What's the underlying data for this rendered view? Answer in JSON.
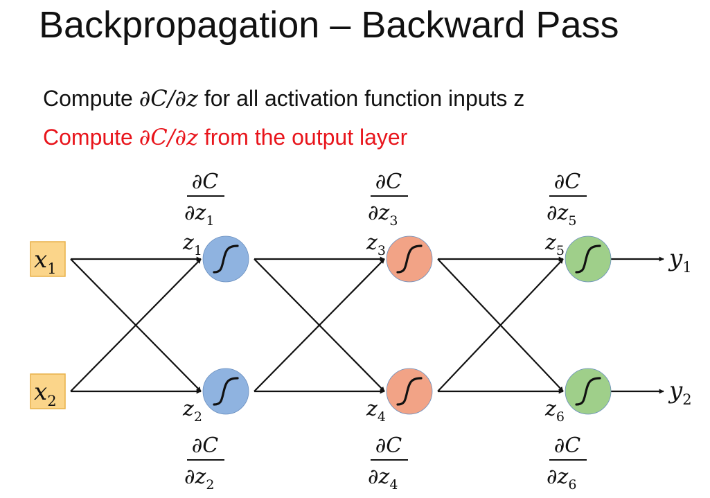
{
  "title": "Backpropagation – Backward Pass",
  "bullets": [
    {
      "prefix": "Compute ",
      "math": "∂C/∂z",
      "suffix": " for all activation function inputs z",
      "color": "#111111"
    },
    {
      "prefix": "Compute ",
      "math": "∂C/∂z",
      "suffix": " from the output layer",
      "color": "#e8141b"
    }
  ],
  "colors": {
    "input_fill": "#fbd58a",
    "input_stroke": "#e8b048",
    "layer1": "#8fb3e0",
    "layer2": "#f2a386",
    "layer3": "#9fcf8a",
    "node_stroke": "#5f86b8",
    "edge": "#111111"
  },
  "diagram": {
    "inputs": [
      {
        "id": "x1",
        "base": "x",
        "sub": "1"
      },
      {
        "id": "x2",
        "base": "x",
        "sub": "2"
      }
    ],
    "layers": [
      {
        "color_key": "layer1",
        "neurons": [
          {
            "id": "n1",
            "z_base": "z",
            "z_sub": "1",
            "grad_num": "∂C",
            "grad_den_base": "∂z",
            "grad_den_sub": "1"
          },
          {
            "id": "n2",
            "z_base": "z",
            "z_sub": "2",
            "grad_num": "∂C",
            "grad_den_base": "∂z",
            "grad_den_sub": "2"
          }
        ]
      },
      {
        "color_key": "layer2",
        "neurons": [
          {
            "id": "n3",
            "z_base": "z",
            "z_sub": "3",
            "grad_num": "∂C",
            "grad_den_base": "∂z",
            "grad_den_sub": "3"
          },
          {
            "id": "n4",
            "z_base": "z",
            "z_sub": "4",
            "grad_num": "∂C",
            "grad_den_base": "∂z",
            "grad_den_sub": "4"
          }
        ]
      },
      {
        "color_key": "layer3",
        "neurons": [
          {
            "id": "n5",
            "z_base": "z",
            "z_sub": "5",
            "grad_num": "∂C",
            "grad_den_base": "∂z",
            "grad_den_sub": "5"
          },
          {
            "id": "n6",
            "z_base": "z",
            "z_sub": "6",
            "grad_num": "∂C",
            "grad_den_base": "∂z",
            "grad_den_sub": "6"
          }
        ]
      }
    ],
    "outputs": [
      {
        "id": "y1",
        "base": "y",
        "sub": "1"
      },
      {
        "id": "y2",
        "base": "y",
        "sub": "2"
      }
    ],
    "connectivity": "fully-connected"
  }
}
